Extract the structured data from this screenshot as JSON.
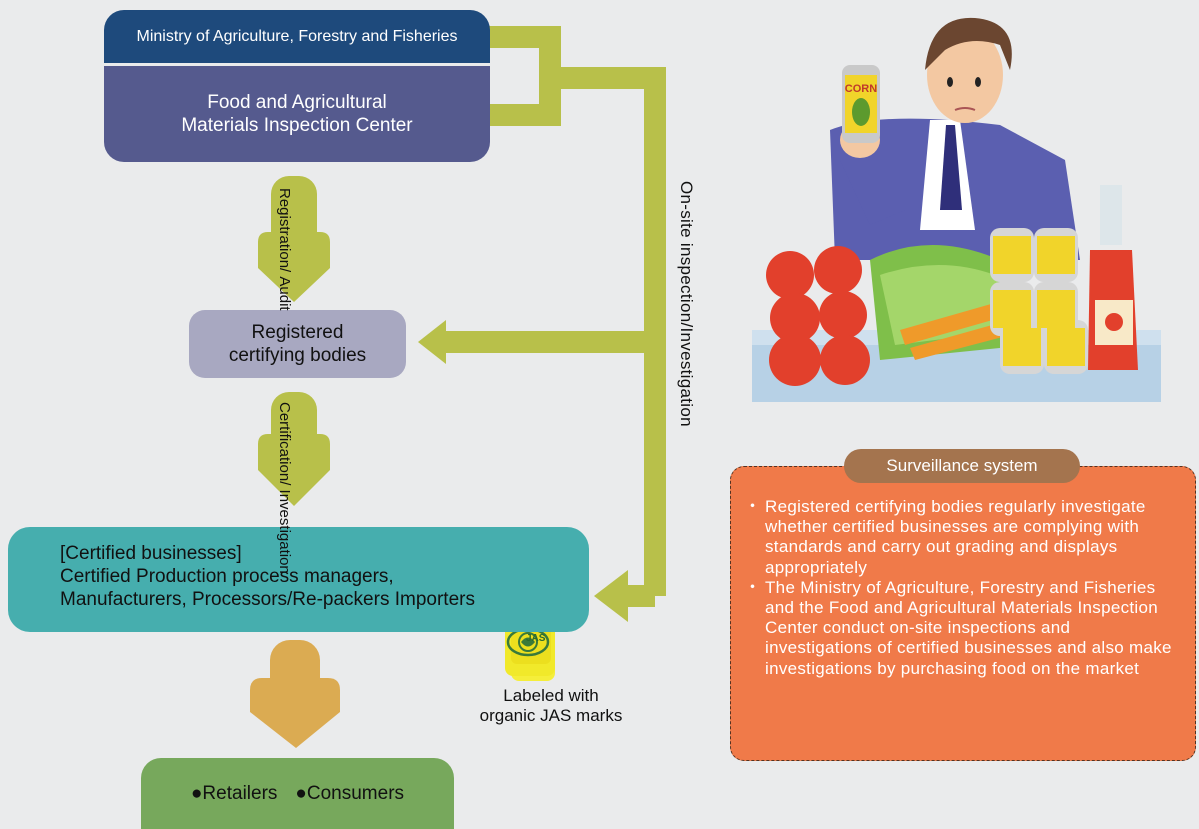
{
  "nodes": {
    "ministry": "Ministry of Agriculture, Forestry and Fisheries",
    "famic_line1": "Food and Agricultural",
    "famic_line2": "Materials Inspection Center",
    "rcb_line1": "Registered",
    "rcb_line2": "certifying bodies",
    "certified_line1": "[Certified businesses]",
    "certified_line2": "Certified Production process managers,",
    "certified_line3": "Manufacturers, Processors/Re-packers Importers",
    "retailers": "●Retailers",
    "consumers": "●Consumers"
  },
  "edges": {
    "registration_line1": "Registration/",
    "registration_line2": "Audit",
    "certification_line1": "Certification/",
    "certification_line2": "Investigation",
    "onsite": "On-site inspection/Investigation"
  },
  "jas": {
    "mark_text": "JAS",
    "label_line1": "Labeled with",
    "label_line2": "organic JAS marks"
  },
  "surveillance": {
    "title": "Surveillance system",
    "items": [
      "Registered certifying bodies regularly investigate whether certified businesses are complying with standards and carry out grading and displays appropriately",
      "The Ministry of Agriculture, Forestry and Fisheries and the Food and Agricultural Materials Inspection Center conduct on-site inspections and investigations of certified businesses and also make investigations by purchasing food on the market"
    ]
  },
  "illustration": {
    "can_label": "CORN"
  },
  "colors": {
    "ministry": "#1e4a7c",
    "famic": "#555a8e",
    "certifying_bodies": "#a8a8c1",
    "certified_businesses": "#46aeae",
    "retailers": "#77a85c",
    "connector": "#b8c04a",
    "down_arrow": "#dbab52",
    "surveillance_box": "#f07a49",
    "surveillance_title": "#a4744e"
  }
}
